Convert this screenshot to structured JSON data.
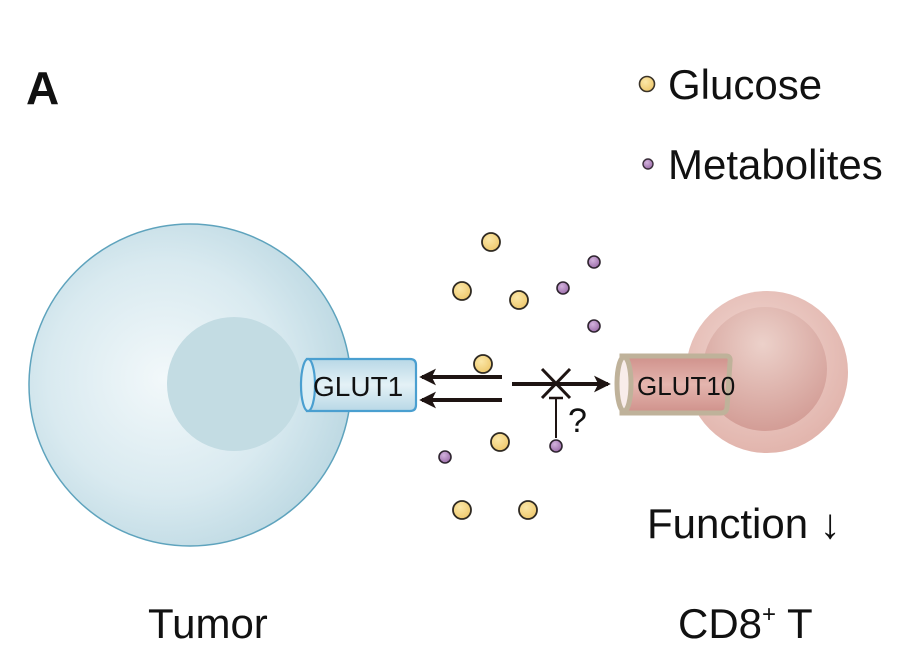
{
  "panel_label": "A",
  "legend": {
    "items": [
      {
        "label": "Glucose",
        "icon": "glucose-dot",
        "color": "#f6d98a"
      },
      {
        "label": "Metabolites",
        "icon": "metabolite-dot",
        "color": "#b48ac0"
      }
    ]
  },
  "cells": {
    "tumor": {
      "label": "Tumor",
      "color": "#cfe3ea",
      "edge_color": "#5ea3bd"
    },
    "tcell": {
      "label_main": "CD8",
      "label_sup": "+",
      "label_tail": " T",
      "color": "#e6bdb6"
    }
  },
  "transporters": {
    "glut1": {
      "label": "GLUT1",
      "color": "#c9e2ec",
      "edge_color": "#4a9fd0"
    },
    "glut10": {
      "label": "GLUT10",
      "color": "#d9a29c",
      "edge_color": "#bfb29a"
    }
  },
  "annotations": {
    "question": "?",
    "function": "Function ↓"
  },
  "colors": {
    "glucose": "#f6d98a",
    "metabolite": "#b48ac0",
    "arrow": "#1e1412"
  }
}
